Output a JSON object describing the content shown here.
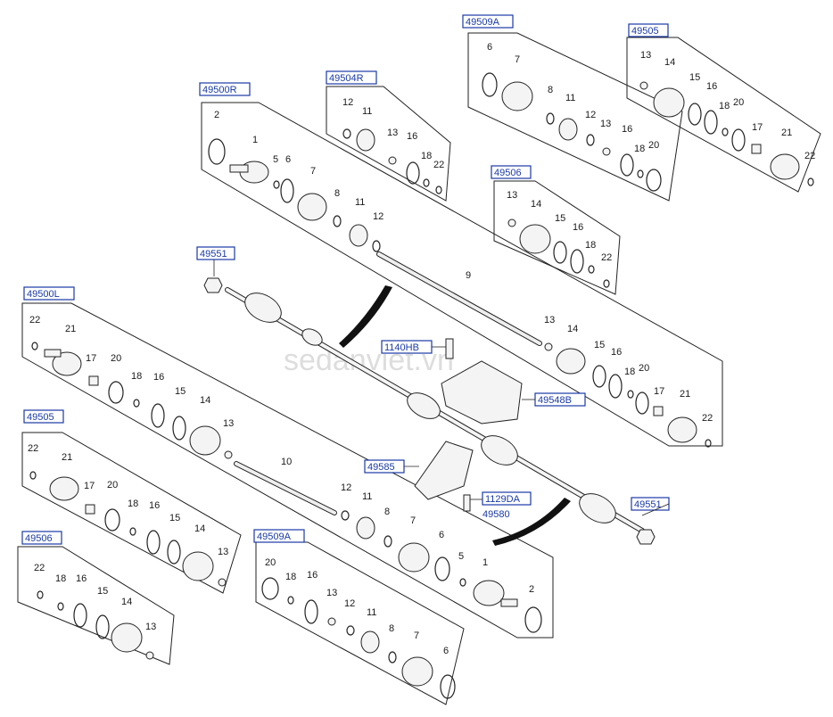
{
  "watermark": "sedanviet.vn",
  "part_numbers": {
    "p49500R": "49500R",
    "p49504R": "49504R",
    "p49509A_top": "49509A",
    "p49505_top": "49505",
    "p49506_top": "49506",
    "p49551_top": "49551",
    "p49500L": "49500L",
    "p1140HB": "1140HB",
    "p49548B": "49548B",
    "p49585": "49585",
    "p1129DA": "1129DA",
    "p49580": "49580",
    "p49551_bot": "49551",
    "p49505_left": "49505",
    "p49506_left": "49506",
    "p49509A_bot": "49509A"
  },
  "item_numbers": [
    "1",
    "2",
    "5",
    "6",
    "7",
    "8",
    "9",
    "10",
    "11",
    "12",
    "13",
    "14",
    "15",
    "16",
    "17",
    "18",
    "20",
    "21",
    "22"
  ]
}
